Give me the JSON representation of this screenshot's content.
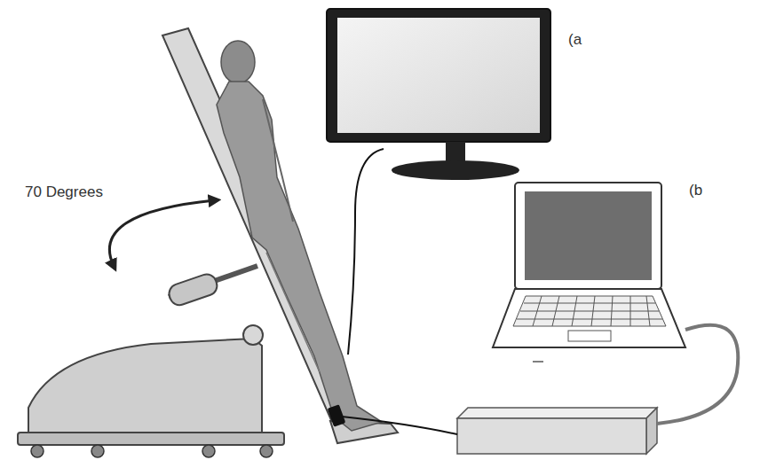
{
  "diagram": {
    "labels": [
      "70 Degrees",
      "(a",
      "(b"
    ]
  }
}
